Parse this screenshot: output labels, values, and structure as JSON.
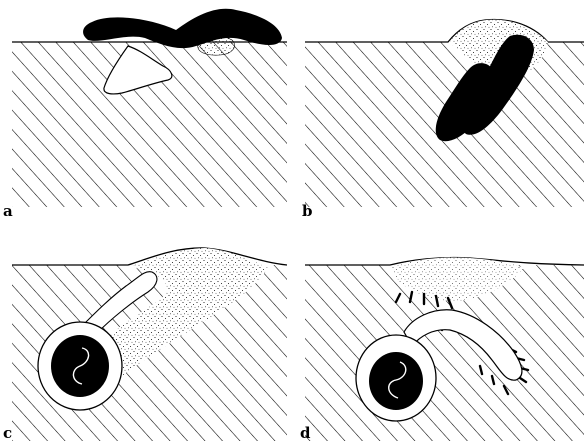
{
  "panels": [
    {
      "label": "a"
    },
    {
      "label": "b"
    },
    {
      "label": "c"
    },
    {
      "label": "d"
    }
  ],
  "colors": {
    "ink": "#000000",
    "paper": "#ffffff",
    "stipple": "#000000"
  }
}
